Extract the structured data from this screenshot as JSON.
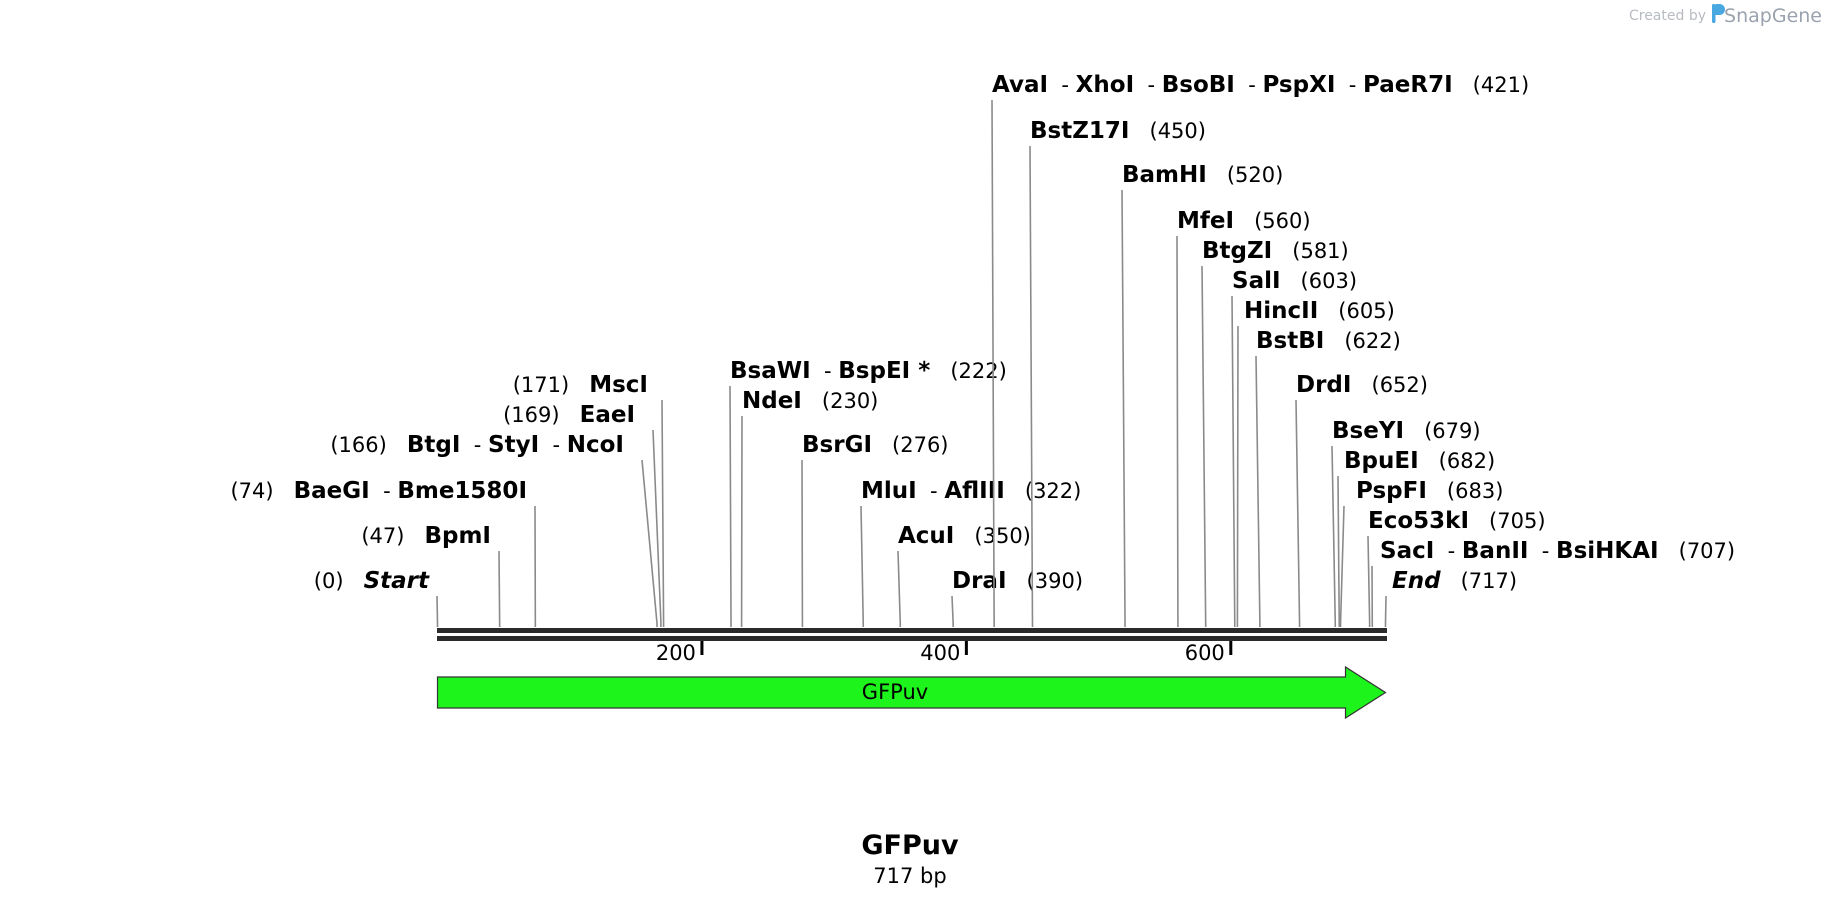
{
  "credit": {
    "created_by": "Created by",
    "brand": "SnapGene"
  },
  "sequence": {
    "name": "GFPuv",
    "length_label": "717 bp",
    "length": 717
  },
  "ruler": {
    "ticks": [
      {
        "value": 200,
        "label": "200"
      },
      {
        "value": 400,
        "label": "400"
      },
      {
        "value": 600,
        "label": "600"
      }
    ]
  },
  "feature": {
    "name": "GFPuv",
    "start": 0,
    "end": 717,
    "direction": "forward",
    "color": "#1cf41c"
  },
  "sites": [
    {
      "pos": 0,
      "pos_label": "(0)",
      "enzymes": [
        "Start"
      ],
      "side": "left",
      "italic": true
    },
    {
      "pos": 47,
      "pos_label": "(47)",
      "enzymes": [
        "BpmI"
      ],
      "side": "left"
    },
    {
      "pos": 74,
      "pos_label": "(74)",
      "enzymes": [
        "BaeGI",
        "Bme1580I"
      ],
      "side": "left"
    },
    {
      "pos": 166,
      "pos_label": "(166)",
      "enzymes": [
        "BtgI",
        "StyI",
        "NcoI"
      ],
      "side": "left"
    },
    {
      "pos": 169,
      "pos_label": "(169)",
      "enzymes": [
        "EaeI"
      ],
      "side": "left"
    },
    {
      "pos": 171,
      "pos_label": "(171)",
      "enzymes": [
        "MscI"
      ],
      "side": "left"
    },
    {
      "pos": 222,
      "pos_label": "(222)",
      "enzymes": [
        "BsaWI",
        "BspEI"
      ],
      "side": "right",
      "star": "*"
    },
    {
      "pos": 230,
      "pos_label": "(230)",
      "enzymes": [
        "NdeI"
      ],
      "side": "right"
    },
    {
      "pos": 276,
      "pos_label": "(276)",
      "enzymes": [
        "BsrGI"
      ],
      "side": "right"
    },
    {
      "pos": 322,
      "pos_label": "(322)",
      "enzymes": [
        "MluI",
        "AflIII"
      ],
      "side": "right"
    },
    {
      "pos": 350,
      "pos_label": "(350)",
      "enzymes": [
        "AcuI"
      ],
      "side": "right"
    },
    {
      "pos": 390,
      "pos_label": "(390)",
      "enzymes": [
        "DraI"
      ],
      "side": "right"
    },
    {
      "pos": 421,
      "pos_label": "(421)",
      "enzymes": [
        "AvaI",
        "XhoI",
        "BsoBI",
        "PspXI",
        "PaeR7I"
      ],
      "side": "right"
    },
    {
      "pos": 450,
      "pos_label": "(450)",
      "enzymes": [
        "BstZ17I"
      ],
      "side": "right"
    },
    {
      "pos": 520,
      "pos_label": "(520)",
      "enzymes": [
        "BamHI"
      ],
      "side": "right"
    },
    {
      "pos": 560,
      "pos_label": "(560)",
      "enzymes": [
        "MfeI"
      ],
      "side": "right"
    },
    {
      "pos": 581,
      "pos_label": "(581)",
      "enzymes": [
        "BtgZI"
      ],
      "side": "right"
    },
    {
      "pos": 603,
      "pos_label": "(603)",
      "enzymes": [
        "SalI"
      ],
      "side": "right"
    },
    {
      "pos": 605,
      "pos_label": "(605)",
      "enzymes": [
        "HincII"
      ],
      "side": "right"
    },
    {
      "pos": 622,
      "pos_label": "(622)",
      "enzymes": [
        "BstBI"
      ],
      "side": "right"
    },
    {
      "pos": 652,
      "pos_label": "(652)",
      "enzymes": [
        "DrdI"
      ],
      "side": "right"
    },
    {
      "pos": 679,
      "pos_label": "(679)",
      "enzymes": [
        "BseYI"
      ],
      "side": "right"
    },
    {
      "pos": 682,
      "pos_label": "(682)",
      "enzymes": [
        "BpuEI"
      ],
      "side": "right"
    },
    {
      "pos": 683,
      "pos_label": "(683)",
      "enzymes": [
        "PspFI"
      ],
      "side": "right"
    },
    {
      "pos": 705,
      "pos_label": "(705)",
      "enzymes": [
        "Eco53kI"
      ],
      "side": "right"
    },
    {
      "pos": 707,
      "pos_label": "(707)",
      "enzymes": [
        "SacI",
        "BanII",
        "BsiHKAI"
      ],
      "side": "right"
    },
    {
      "pos": 717,
      "pos_label": "(717)",
      "enzymes": [
        "End"
      ],
      "side": "right",
      "italic": true
    }
  ]
}
